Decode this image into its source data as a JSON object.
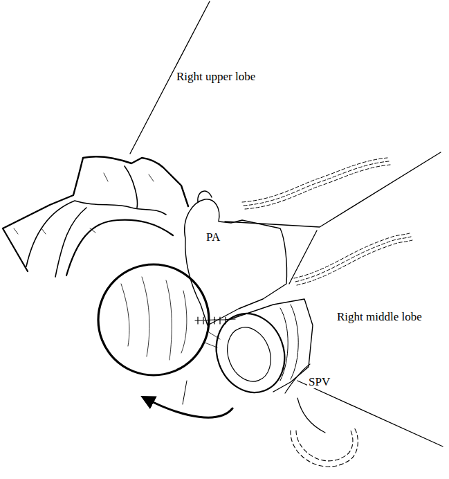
{
  "diagram": {
    "labels": [
      "Right upper lobe",
      "PA",
      "Right middle lobe",
      "SPV"
    ]
  }
}
